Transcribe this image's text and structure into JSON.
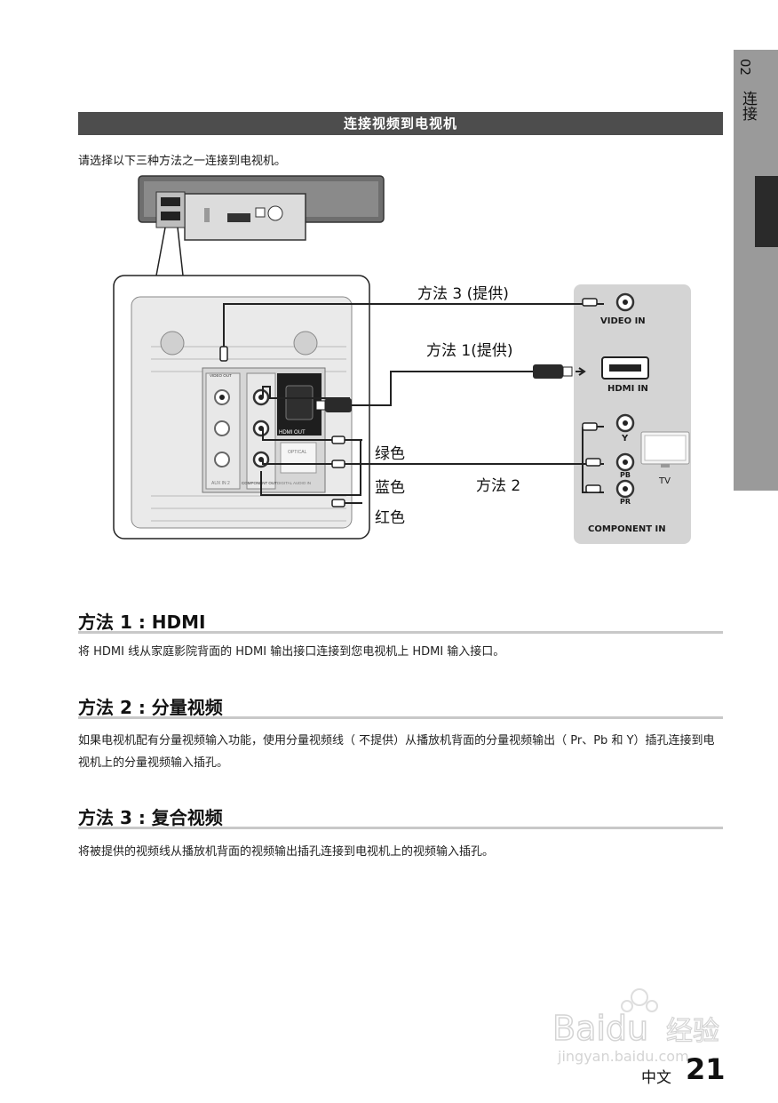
{
  "side_tab": {
    "number": "02",
    "category": "连接"
  },
  "banner": {
    "title": "连接视频到电视机"
  },
  "intro": "请选择以下三种方法之一连接到电视机。",
  "diagram": {
    "method3_label": "方法 3 (提供)",
    "method1_label": "方法 1(提供)",
    "method2_label": "方法 2",
    "cable_green": "绿色",
    "cable_blue": "蓝色",
    "cable_red": "红色",
    "tv_video_in": "VIDEO IN",
    "tv_hdmi_in": "HDMI IN",
    "tv_y": "Y",
    "tv_pb": "PB",
    "tv_pr": "PR",
    "tv_label": "TV",
    "tv_component_in": "COMPONENT IN",
    "unit_video_out": "VIDEO OUT",
    "unit_hdmi_out": "HDMI OUT",
    "unit_optical": "OPTICAL",
    "unit_aux_in": "AUX IN 2",
    "unit_component_out": "COMPONENT OUT",
    "unit_digital_audio_in": "DIGITAL AUDIO IN"
  },
  "sections": [
    {
      "title": "方法 1 : HDMI",
      "body": "将 HDMI 线从家庭影院背面的 HDMI 输出接口连接到您电视机上 HDMI 输入接口。"
    },
    {
      "title": "方法 2 : 分量视频",
      "body": "如果电视机配有分量视频输入功能，使用分量视频线（ 不提供）从播放机背面的分量视频输出（ Pr、Pb 和 Y）插孔连接到电视机上的分量视频输入插孔。"
    },
    {
      "title": "方法 3 : 复合视频",
      "body": "将被提供的视频线从播放机背面的视频输出插孔连接到电视机上的视频输入插孔。"
    }
  ],
  "watermark": {
    "brand": "Baidu",
    "sub": "经验",
    "url": "jingyan.baidu.com"
  },
  "footer": {
    "language": "中文",
    "page": "21"
  },
  "colors": {
    "banner": "#4d4d4d",
    "tab": "#9a9a9a",
    "tab_dark": "#2a2a2a",
    "tv_panel": "#d4d4d4"
  }
}
